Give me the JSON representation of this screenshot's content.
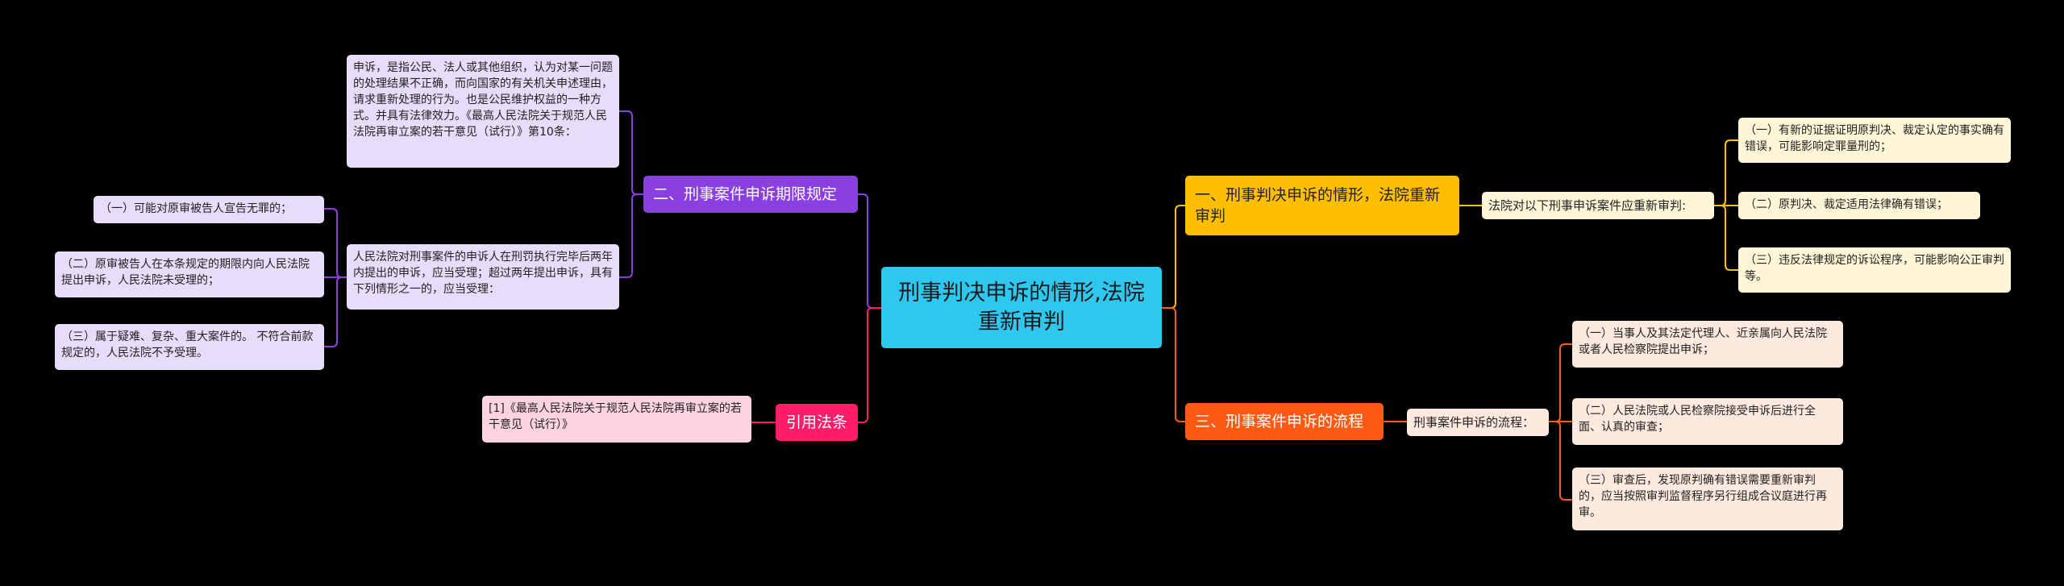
{
  "root": {
    "title": "刑事判决申诉的情形,法院重新审判"
  },
  "branch_1": {
    "title": "一、刑事判决申诉的情形，法院重新审判",
    "intro": "法院对以下刑事申诉案件应重新审判:",
    "items": [
      "（一）有新的证据证明原判决、裁定认定的事实确有错误，可能影响定罪量刑的；",
      "（二）原判决、裁定适用法律确有错误；",
      "（三）违反法律规定的诉讼程序，可能影响公正审判等。"
    ]
  },
  "branch_2": {
    "title": "二、刑事案件申诉期限规定",
    "definition": "申诉，是指公民、法人或其他组织，认为对某一问题的处理结果不正确，而向国家的有关机关申述理由，请求重新处理的行为。也是公民维护权益的一种方式。并具有法律效力。《最高人民法院关于规范人民法院再审立案的若干意见（试行）》第10条：",
    "rule": "人民法院对刑事案件的申诉人在刑罚执行完毕后两年内提出的申诉，应当受理；超过两年提出申诉，具有下列情形之一的，应当受理：",
    "items": [
      "（一）可能对原审被告人宣告无罪的；",
      "（二）原审被告人在本条规定的期限内向人民法院提出申诉，人民法院未受理的；",
      "（三）属于疑难、复杂、重大案件的。 不符合前款规定的，人民法院不予受理。"
    ]
  },
  "branch_3": {
    "title": "三、刑事案件申诉的流程",
    "intro": "刑事案件申诉的流程：",
    "items": [
      "（一）当事人及其法定代理人、近亲属向人民法院或者人民检察院提出申诉；",
      "（二）人民法院或人民检察院接受申诉后进行全面、认真的审查；",
      "（三）审查后，发现原判确有错误需要重新审判的，应当按照审判监督程序另行组成合议庭进行再审。"
    ]
  },
  "branch_4": {
    "title": "引用法条",
    "reference": "[1]《最高人民法院关于规范人民法院再审立案的若干意见（试行）》"
  },
  "colors": {
    "background": "#000000",
    "root": "#2ec7ef",
    "branch_1": "#ffbf00",
    "branch_2": "#8a3fe0",
    "branch_3": "#ff5a13",
    "branch_4": "#ff1c6a"
  }
}
